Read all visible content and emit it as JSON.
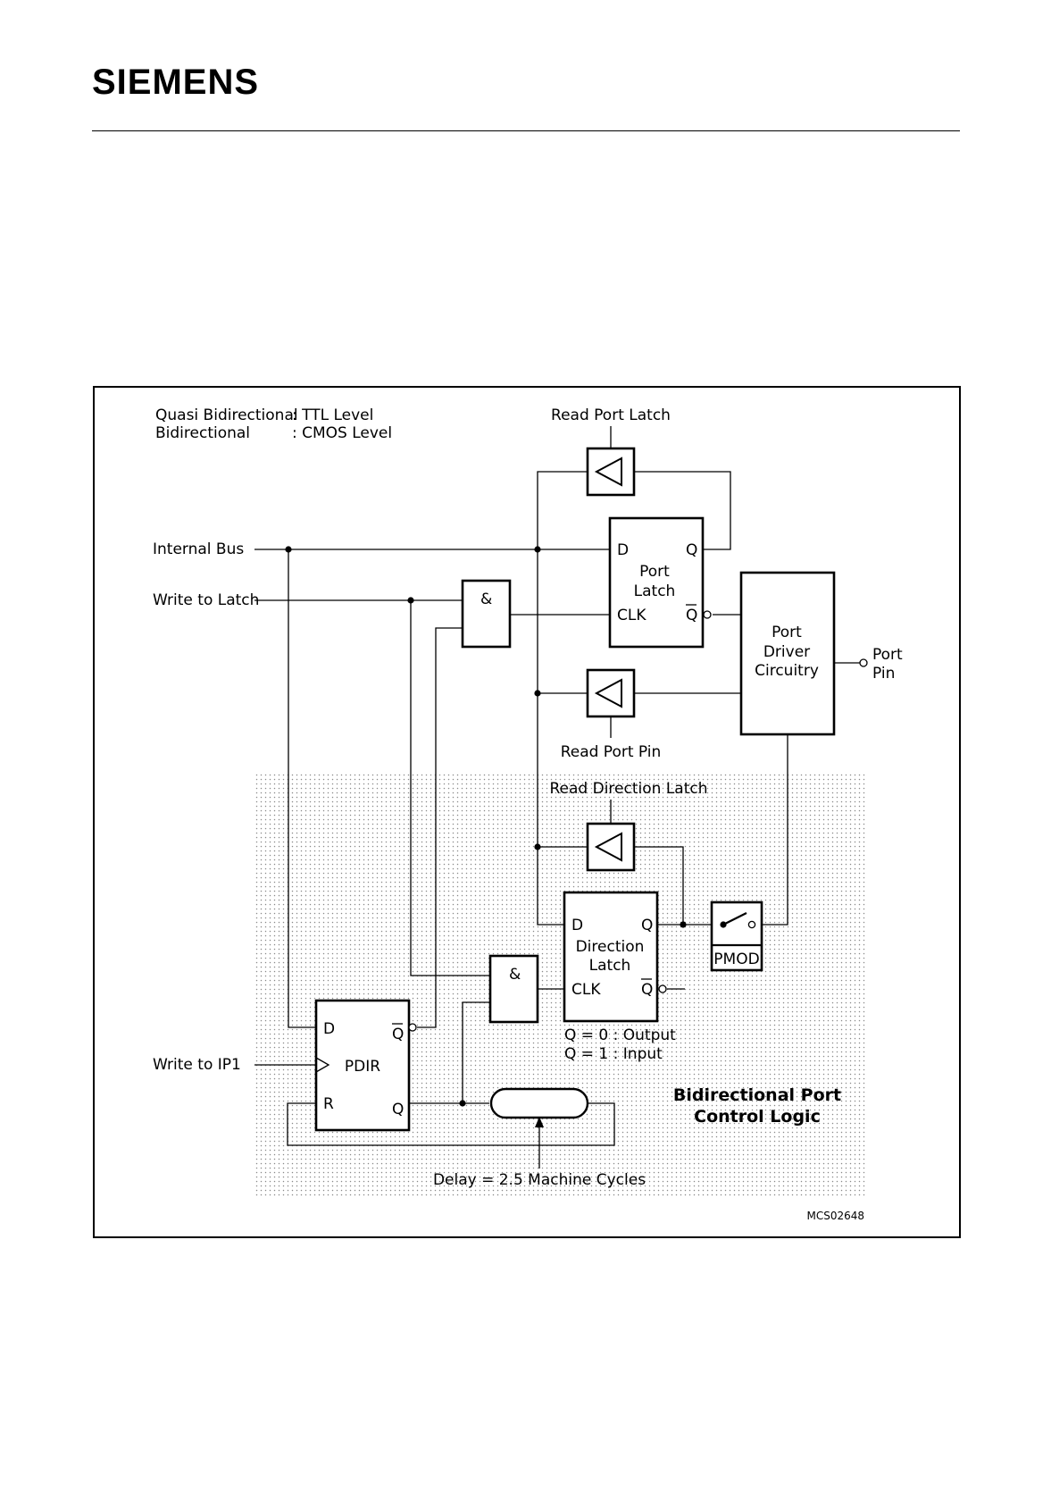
{
  "header": {
    "brand": "SIEMENS"
  },
  "legend": {
    "line1_left": "Quasi Bidirectional",
    "line1_right": ": TTL Level",
    "line2_left": "Bidirectional",
    "line2_right": ": CMOS Level"
  },
  "signals": {
    "internal_bus": "Internal Bus",
    "write_to_latch": "Write to Latch",
    "write_to_ip1": "Write to IP1",
    "read_port_latch": "Read Port Latch",
    "read_port_pin": "Read Port Pin",
    "read_direction_latch": "Read Direction Latch",
    "port_pin_line1": "Port",
    "port_pin_line2": "Pin",
    "delay": "Delay = 2.5 Machine Cycles"
  },
  "blocks": {
    "and_gate": "&",
    "port_latch": {
      "line1": "Port",
      "line2": "Latch",
      "d": "D",
      "q": "Q",
      "clk": "CLK",
      "qbar": "Q"
    },
    "port_driver": {
      "line1": "Port",
      "line2": "Driver",
      "line3": "Circuitry"
    },
    "direction_latch": {
      "line1": "Direction",
      "line2": "Latch",
      "d": "D",
      "q": "Q",
      "clk": "CLK",
      "qbar": "Q"
    },
    "pdir": {
      "label": "PDIR",
      "d": "D",
      "qbar": "Q",
      "r": "R",
      "q": "Q"
    },
    "pmod": "PMOD",
    "direction_notes": {
      "line1": "Q = 0 : Output",
      "line2": "Q = 1 : Input"
    }
  },
  "region": {
    "line1": "Bidirectional Port",
    "line2": "Control Logic"
  },
  "figure_code": "MCS02648"
}
